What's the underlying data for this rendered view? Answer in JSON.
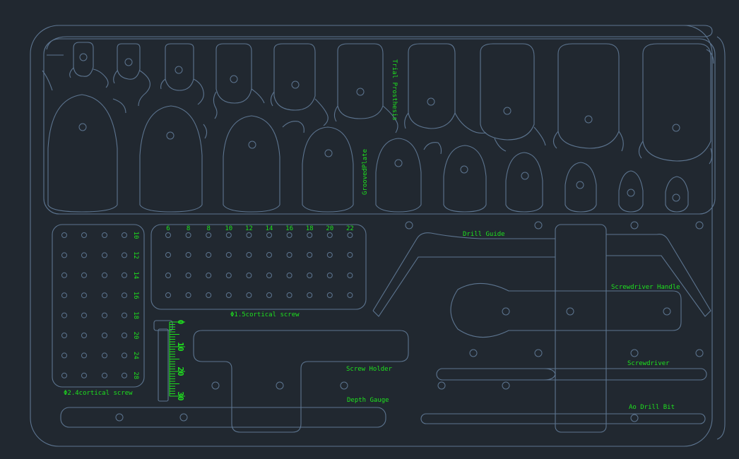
{
  "colors": {
    "background": "#212830",
    "outline": "#5d7590",
    "annotation": "#1ee21e"
  },
  "labels": {
    "trial_prosthesis": "Trial Prosthesis",
    "grooved_plate": "GroovedPlate",
    "drill_guide": "Drill Guide",
    "screwdriver_handle": "Screwdriver Handle",
    "screwdriver": "Screwdriver",
    "screw_holder": "Screw Holder",
    "depth_gauge": "Depth Gauge",
    "ao_drill_bit": "Ao Drill Bit",
    "cortical_screw_15": "Φ1.5cortical screw",
    "cortical_screw_24": "Φ2.4cortical screw"
  },
  "screw_15_sizes": [
    "6",
    "8",
    "8",
    "10",
    "12",
    "14",
    "16",
    "18",
    "20",
    "22"
  ],
  "screw_24_sizes": [
    "10",
    "12",
    "14",
    "16",
    "18",
    "20",
    "24",
    "28"
  ],
  "depth_gauge_scale": [
    "0",
    "10",
    "20",
    "30"
  ]
}
